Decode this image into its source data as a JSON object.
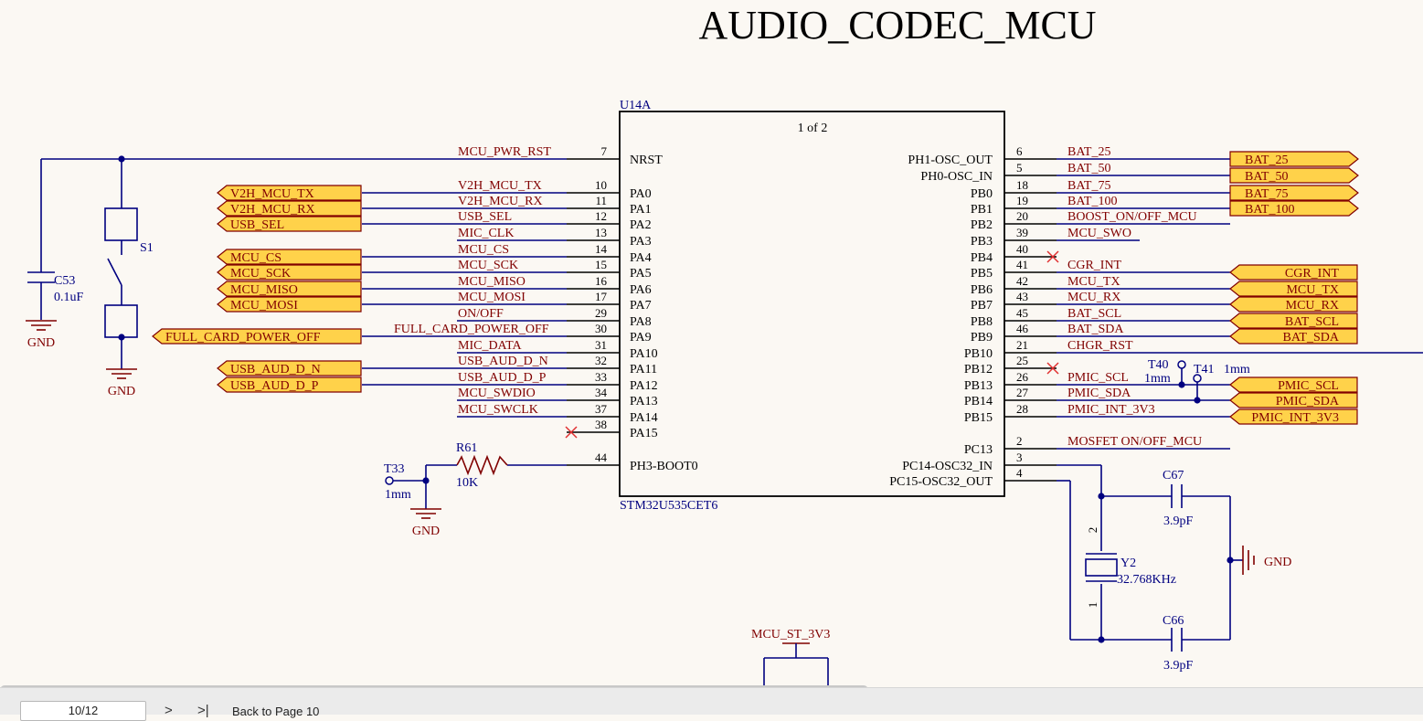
{
  "title": "AUDIO_CODEC_MCU",
  "ic": {
    "designator": "U14A",
    "part": "STM32U535CET6",
    "sheet_part": "1 of 2",
    "left_pins": [
      {
        "num": "7",
        "name": "NRST",
        "net": "MCU_PWR_RST"
      },
      {
        "num": "10",
        "name": "PA0",
        "net": "V2H_MCU_TX"
      },
      {
        "num": "11",
        "name": "PA1",
        "net": "V2H_MCU_RX"
      },
      {
        "num": "12",
        "name": "PA2",
        "net": "USB_SEL"
      },
      {
        "num": "13",
        "name": "PA3",
        "net": "MIC_CLK"
      },
      {
        "num": "14",
        "name": "PA4",
        "net": "MCU_CS"
      },
      {
        "num": "15",
        "name": "PA5",
        "net": "MCU_SCK"
      },
      {
        "num": "16",
        "name": "PA6",
        "net": "MCU_MISO"
      },
      {
        "num": "17",
        "name": "PA7",
        "net": "MCU_MOSI"
      },
      {
        "num": "29",
        "name": "PA8",
        "net": "ON/OFF"
      },
      {
        "num": "30",
        "name": "PA9",
        "net": "FULL_CARD_POWER_OFF"
      },
      {
        "num": "31",
        "name": "PA10",
        "net": "MIC_DATA"
      },
      {
        "num": "32",
        "name": "PA11",
        "net": "USB_AUD_D_N"
      },
      {
        "num": "33",
        "name": "PA12",
        "net": "USB_AUD_D_P"
      },
      {
        "num": "34",
        "name": "PA13",
        "net": "MCU_SWDIO"
      },
      {
        "num": "37",
        "name": "PA14",
        "net": "MCU_SWCLK"
      },
      {
        "num": "38",
        "name": "PA15",
        "net": ""
      },
      {
        "num": "44",
        "name": "PH3-BOOT0",
        "net": ""
      }
    ],
    "right_pins": [
      {
        "num": "6",
        "name": "PH1-OSC_OUT",
        "net": "BAT_25"
      },
      {
        "num": "5",
        "name": "PH0-OSC_IN",
        "net": "BAT_50"
      },
      {
        "num": "18",
        "name": "PB0",
        "net": "BAT_75"
      },
      {
        "num": "19",
        "name": "PB1",
        "net": "BAT_100"
      },
      {
        "num": "20",
        "name": "PB2",
        "net": "BOOST_ON/OFF_MCU"
      },
      {
        "num": "39",
        "name": "PB3",
        "net": "MCU_SWO"
      },
      {
        "num": "40",
        "name": "PB4",
        "net": ""
      },
      {
        "num": "41",
        "name": "PB5",
        "net": "CGR_INT"
      },
      {
        "num": "42",
        "name": "PB6",
        "net": "MCU_TX"
      },
      {
        "num": "43",
        "name": "PB7",
        "net": "MCU_RX"
      },
      {
        "num": "45",
        "name": "PB8",
        "net": "BAT_SCL"
      },
      {
        "num": "46",
        "name": "PB9",
        "net": "BAT_SDA"
      },
      {
        "num": "21",
        "name": "PB10",
        "net": "CHGR_RST"
      },
      {
        "num": "25",
        "name": "PB12",
        "net": ""
      },
      {
        "num": "26",
        "name": "PB13",
        "net": "PMIC_SCL"
      },
      {
        "num": "27",
        "name": "PB14",
        "net": "PMIC_SDA"
      },
      {
        "num": "28",
        "name": "PB15",
        "net": "PMIC_INT_3V3"
      },
      {
        "num": "2",
        "name": "PC13",
        "net": "MOSFET ON/OFF_MCU"
      },
      {
        "num": "3",
        "name": "PC14-OSC32_IN",
        "net": ""
      },
      {
        "num": "4",
        "name": "PC15-OSC32_OUT",
        "net": ""
      }
    ]
  },
  "ports_left": [
    "V2H_MCU_TX",
    "V2H_MCU_RX",
    "USB_SEL",
    "MCU_CS",
    "MCU_SCK",
    "MCU_MISO",
    "MCU_MOSI",
    "FULL_CARD_POWER_OFF",
    "USB_AUD_D_N",
    "USB_AUD_D_P"
  ],
  "ports_right": [
    "BAT_25",
    "BAT_50",
    "BAT_75",
    "BAT_100",
    "CGR_INT",
    "MCU_TX",
    "MCU_RX",
    "BAT_SCL",
    "BAT_SDA",
    "PMIC_SCL",
    "PMIC_SDA",
    "PMIC_INT_3V3"
  ],
  "components": {
    "c53": {
      "ref": "C53",
      "value": "0.1uF"
    },
    "s1": {
      "ref": "S1"
    },
    "r61": {
      "ref": "R61",
      "value": "10K"
    },
    "t33": {
      "ref": "T33",
      "value": "1mm"
    },
    "t40": {
      "ref": "T40",
      "value": "1mm"
    },
    "t41": {
      "ref": "T41",
      "value": "1mm"
    },
    "c67": {
      "ref": "C67",
      "value": "3.9pF"
    },
    "c66": {
      "ref": "C66",
      "value": "3.9pF"
    },
    "y2": {
      "ref": "Y2",
      "value": "32.768KHz",
      "pin2": "2",
      "pin1": "1"
    },
    "power": "MCU_ST_3V3",
    "gnd": "GND"
  },
  "colors": {
    "wire": "#000080",
    "label": "#800000",
    "port_fill": "#ffd24a",
    "background": "#fbf8f3",
    "nc_mark": "#e03030"
  },
  "toolbar": {
    "page": "10/12",
    "next": ">",
    "last": ">|",
    "back": "Back to Page 10"
  }
}
